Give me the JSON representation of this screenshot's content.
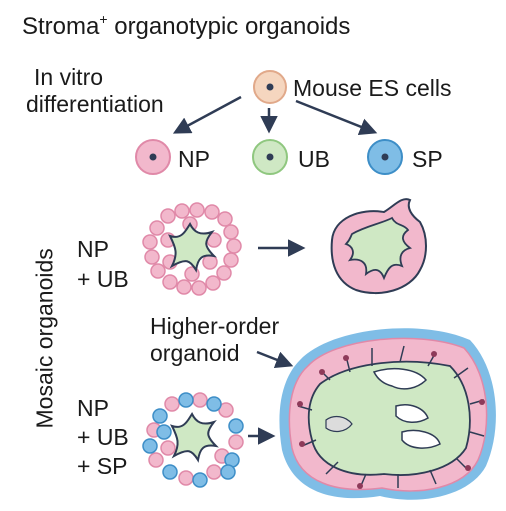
{
  "title_main": "Stroma",
  "title_sup": "+",
  "title_rest": " organotypic organoids",
  "in_vitro_line1": "In vitro",
  "in_vitro_line2": "differentiation",
  "source_cell": "Mouse ES cells",
  "cell_types": [
    "NP",
    "UB",
    "SP"
  ],
  "mosaic_label": "Mosaic organoids",
  "combo1": [
    "NP",
    "+ UB"
  ],
  "combo2": [
    "NP",
    "+ UB",
    "+ SP"
  ],
  "higher_order_line1": "Higher-order",
  "higher_order_line2": "organoid",
  "colors": {
    "np_pink": "#f2b8cc",
    "ub_green": "#cfe8c4",
    "sp_blue": "#7fbde6",
    "es_peach": "#f5d6bf",
    "arrow": "#2f3c55"
  }
}
